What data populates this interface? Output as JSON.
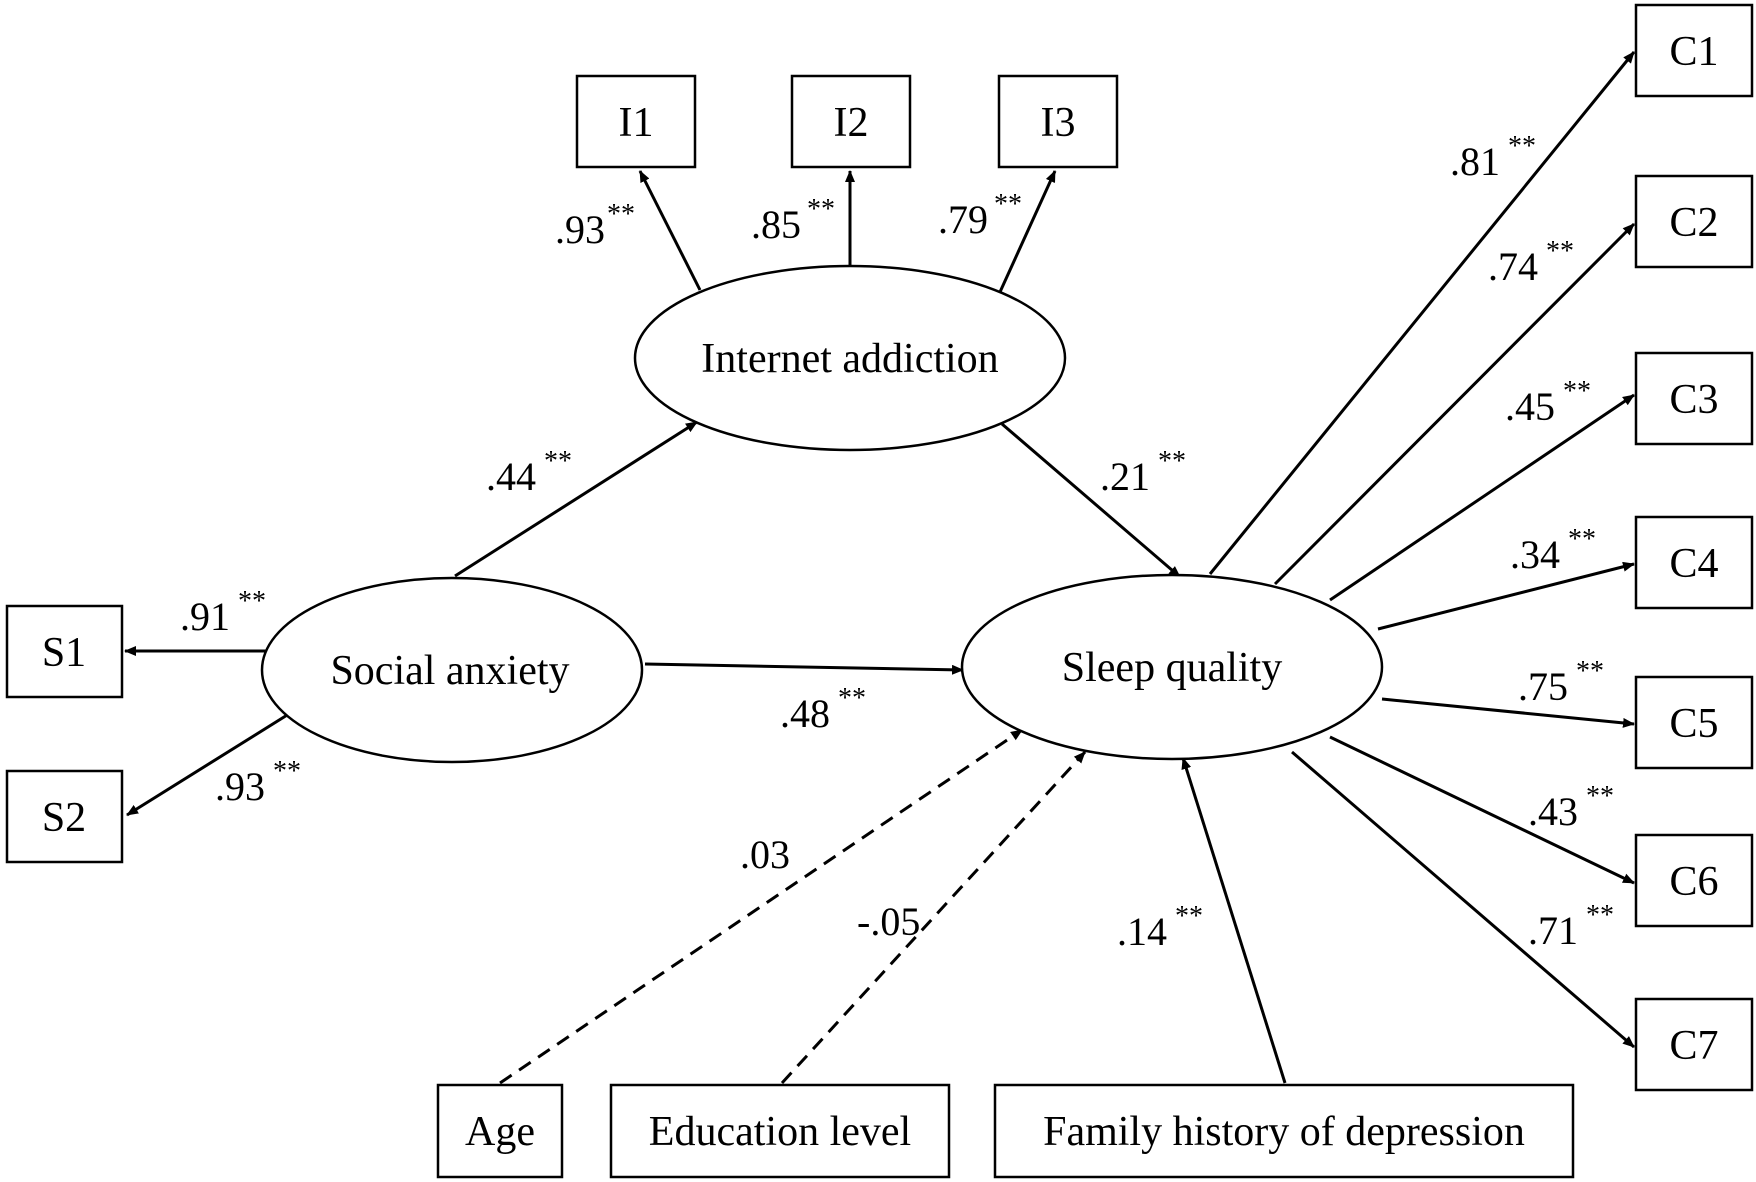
{
  "latent": {
    "internet": "Internet addiction",
    "social": "Social anxiety",
    "sleep": "Sleep quality"
  },
  "indicators": {
    "i1": "I1",
    "i2": "I2",
    "i3": "I3",
    "s1": "S1",
    "s2": "S2",
    "c1": "C1",
    "c2": "C2",
    "c3": "C3",
    "c4": "C4",
    "c5": "C5",
    "c6": "C6",
    "c7": "C7"
  },
  "covariates": {
    "age": "Age",
    "education": "Education level",
    "family": "Family history of depression"
  },
  "coefficients": {
    "i1": ".93",
    "i2": ".85",
    "i3": ".79",
    "s1": ".91",
    "s2": ".93",
    "social_internet": ".44",
    "internet_sleep": ".21",
    "social_sleep": ".48",
    "c1": ".81",
    "c2": ".74",
    "c3": ".45",
    "c4": ".34",
    "c5": ".75",
    "c6": ".43",
    "c7": ".71",
    "age": ".03",
    "education": "-.05",
    "family": ".14"
  },
  "significance_marker": "**"
}
